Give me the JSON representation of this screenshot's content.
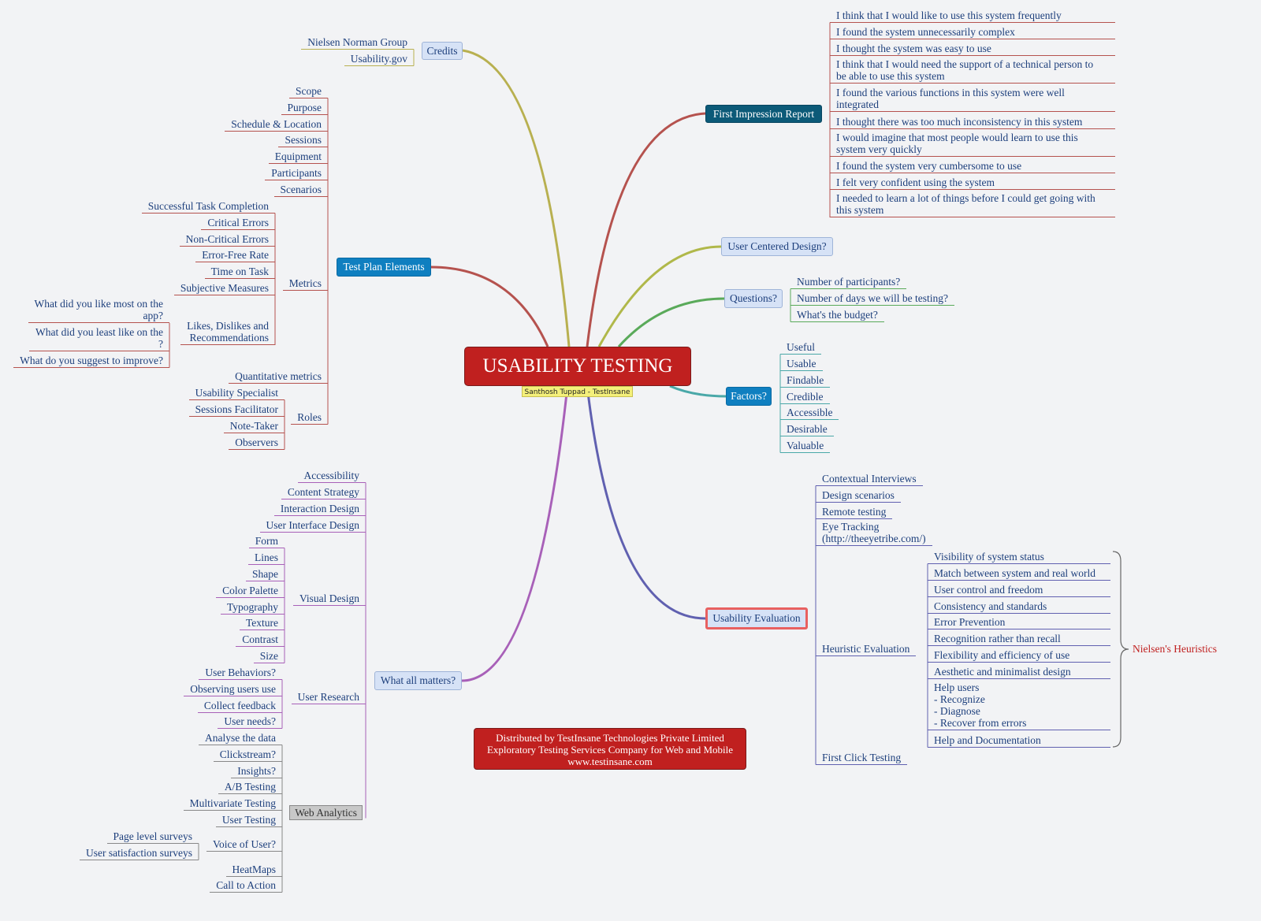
{
  "central": {
    "title": "USABILITY TESTING",
    "author": "Santhosh Tuppad - TestInsane"
  },
  "footer": {
    "lines": [
      "Distributed by TestInsane Technologies Private Limited",
      "Exploratory Testing Services Company for Web and Mobile",
      "www.testinsane.com"
    ]
  },
  "colors": {
    "central": "#c0201f",
    "credits": "#b8b050",
    "first_impression": "#b5524e",
    "user_centered": "#b0b84a",
    "questions": "#5aaa5a",
    "factors": "#4aa8a8",
    "usability_evaluation": "#6060b0",
    "what_matters": "#a860b8",
    "test_plan": "#b5524e",
    "nielsen": "#c02020"
  },
  "credits": {
    "label": "Credits",
    "items": [
      {
        "text": "Nielsen Norman Group"
      },
      {
        "text": "Usability.gov"
      }
    ]
  },
  "first_impression": {
    "label": "First Impression Report",
    "items": [
      {
        "text": "I think that I would like to use this system frequently"
      },
      {
        "text": "I found the system unnecessarily complex"
      },
      {
        "text": "I thought the system was easy to use"
      },
      {
        "text": "I think that I would need the support of a technical person to\nbe able to use this system"
      },
      {
        "text": "I found the various functions in this system were well\nintegrated"
      },
      {
        "text": "I thought there was too much inconsistency in this system"
      },
      {
        "text": "I would imagine that most people would learn to use this\nsystem very quickly"
      },
      {
        "text": "I found the system very cumbersome to use"
      },
      {
        "text": "I felt very confident using the system"
      },
      {
        "text": "I needed to learn a lot of things before I could get going with\nthis system"
      }
    ]
  },
  "user_centered": {
    "label": "User Centered Design?"
  },
  "questions": {
    "label": "Questions?",
    "items": [
      {
        "text": "Number of participants?"
      },
      {
        "text": "Number of days we will be testing?"
      },
      {
        "text": "What's the budget?"
      }
    ]
  },
  "factors": {
    "label": "Factors?",
    "items": [
      {
        "text": "Useful"
      },
      {
        "text": "Usable"
      },
      {
        "text": "Findable"
      },
      {
        "text": "Credible"
      },
      {
        "text": "Accessible"
      },
      {
        "text": "Desirable"
      },
      {
        "text": "Valuable"
      }
    ]
  },
  "test_plan": {
    "label": "Test Plan Elements",
    "items": [
      {
        "text": "Scope"
      },
      {
        "text": "Purpose"
      },
      {
        "text": "Schedule & Location"
      },
      {
        "text": "Sessions"
      },
      {
        "text": "Equipment"
      },
      {
        "text": "Participants"
      },
      {
        "text": "Scenarios"
      },
      {
        "text": "Metrics",
        "items": [
          {
            "text": "Successful Task Completion"
          },
          {
            "text": "Critical Errors"
          },
          {
            "text": "Non-Critical Errors"
          },
          {
            "text": "Error-Free Rate"
          },
          {
            "text": "Time on Task"
          },
          {
            "text": "Subjective Measures"
          },
          {
            "text": "Likes, Dislikes and\nRecommendations",
            "items": [
              {
                "text": "What did you like most on the\napp?"
              },
              {
                "text": "What did you least like on the\n?"
              },
              {
                "text": "What do you suggest to improve?"
              }
            ]
          }
        ]
      },
      {
        "text": "Quantitative metrics"
      },
      {
        "text": "Roles",
        "items": [
          {
            "text": "Usability Specialist"
          },
          {
            "text": "Sessions Facilitator"
          },
          {
            "text": "Note-Taker"
          },
          {
            "text": "Observers"
          }
        ]
      }
    ]
  },
  "what_matters": {
    "label": "What all matters?",
    "items": [
      {
        "text": "Accessibility"
      },
      {
        "text": "Content Strategy"
      },
      {
        "text": "Interaction Design"
      },
      {
        "text": "User Interface Design"
      },
      {
        "text": "Visual Design",
        "items": [
          {
            "text": "Form"
          },
          {
            "text": "Lines"
          },
          {
            "text": "Shape"
          },
          {
            "text": "Color Palette"
          },
          {
            "text": "Typography"
          },
          {
            "text": "Texture"
          },
          {
            "text": "Contrast"
          },
          {
            "text": "Size"
          }
        ]
      },
      {
        "text": "User Research",
        "items": [
          {
            "text": "User Behaviors?"
          },
          {
            "text": "Observing users use"
          },
          {
            "text": "Collect feedback"
          },
          {
            "text": "User needs?"
          }
        ]
      },
      {
        "text": "Web Analytics",
        "items": [
          {
            "text": "Analyse the data"
          },
          {
            "text": "Clickstream?"
          },
          {
            "text": "Insights?"
          },
          {
            "text": "A/B Testing"
          },
          {
            "text": "Multivariate Testing"
          },
          {
            "text": "User Testing"
          },
          {
            "text": "Voice of User?",
            "items": [
              {
                "text": "Page level surveys"
              },
              {
                "text": "User satisfaction surveys"
              }
            ]
          },
          {
            "text": "HeatMaps"
          },
          {
            "text": "Call to Action"
          }
        ]
      }
    ]
  },
  "usability_evaluation": {
    "label": "Usability Evaluation",
    "items": [
      {
        "text": "Contextual Interviews"
      },
      {
        "text": "Design scenarios"
      },
      {
        "text": "Remote testing"
      },
      {
        "text": "Eye Tracking\n(http://theeyetribe.com/)"
      },
      {
        "text": "Heuristic Evaluation",
        "items": [
          {
            "text": "Visibility of system status"
          },
          {
            "text": "Match between system and real world"
          },
          {
            "text": "User control and freedom"
          },
          {
            "text": "Consistency and standards"
          },
          {
            "text": "Error Prevention"
          },
          {
            "text": "Recognition rather than recall"
          },
          {
            "text": "Flexibility and efficiency of use"
          },
          {
            "text": "Aesthetic and minimalist design"
          },
          {
            "text": "Help users\n- Recognize\n- Diagnose\n- Recover from errors"
          },
          {
            "text": "Help and Documentation"
          }
        ]
      },
      {
        "text": "First Click Testing"
      }
    ]
  },
  "nielsen_label": "Nielsen's Heuristics"
}
